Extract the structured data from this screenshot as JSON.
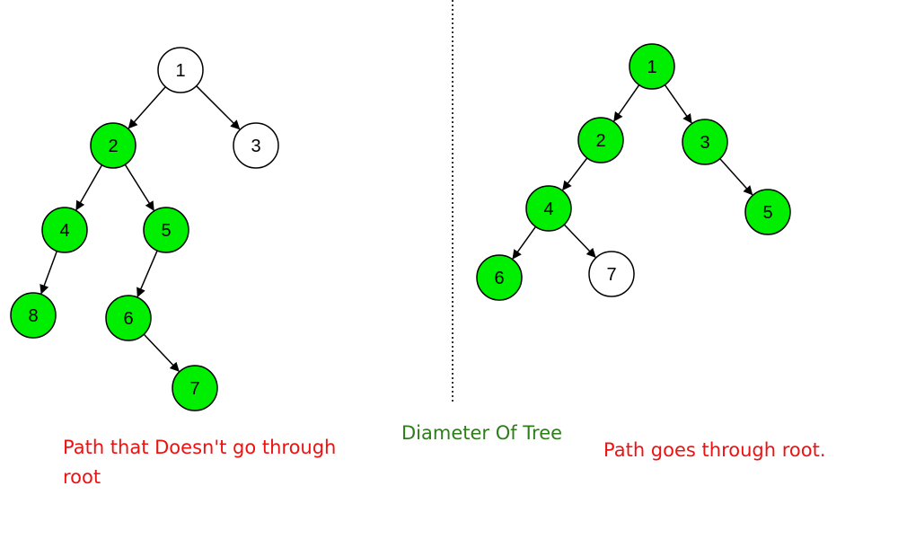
{
  "colors": {
    "highlight": "#00ee00",
    "plain": "#ffffff",
    "stroke": "#000000",
    "path_caption": "#ee1111",
    "title_caption": "#2e7d1a"
  },
  "left_tree": {
    "nodes": [
      {
        "id": "1",
        "label": "1",
        "highlighted": false
      },
      {
        "id": "2",
        "label": "2",
        "highlighted": true
      },
      {
        "id": "3",
        "label": "3",
        "highlighted": false
      },
      {
        "id": "4",
        "label": "4",
        "highlighted": true
      },
      {
        "id": "5",
        "label": "5",
        "highlighted": true
      },
      {
        "id": "8",
        "label": "8",
        "highlighted": true
      },
      {
        "id": "6",
        "label": "6",
        "highlighted": true
      },
      {
        "id": "7",
        "label": "7",
        "highlighted": true
      }
    ],
    "edges": [
      [
        "1",
        "2"
      ],
      [
        "1",
        "3"
      ],
      [
        "2",
        "4"
      ],
      [
        "2",
        "5"
      ],
      [
        "4",
        "8"
      ],
      [
        "5",
        "6"
      ],
      [
        "6",
        "7"
      ]
    ],
    "caption": "Path that Doesn't go through root"
  },
  "right_tree": {
    "nodes": [
      {
        "id": "1",
        "label": "1",
        "highlighted": true
      },
      {
        "id": "2",
        "label": "2",
        "highlighted": true
      },
      {
        "id": "3",
        "label": "3",
        "highlighted": true
      },
      {
        "id": "4",
        "label": "4",
        "highlighted": true
      },
      {
        "id": "5",
        "label": "5",
        "highlighted": true
      },
      {
        "id": "6",
        "label": "6",
        "highlighted": true
      },
      {
        "id": "7",
        "label": "7",
        "highlighted": false
      }
    ],
    "edges": [
      [
        "1",
        "2"
      ],
      [
        "1",
        "3"
      ],
      [
        "2",
        "4"
      ],
      [
        "3",
        "5"
      ],
      [
        "4",
        "6"
      ],
      [
        "4",
        "7"
      ]
    ],
    "caption": "Path goes through root."
  },
  "title": "Diameter Of Tree"
}
